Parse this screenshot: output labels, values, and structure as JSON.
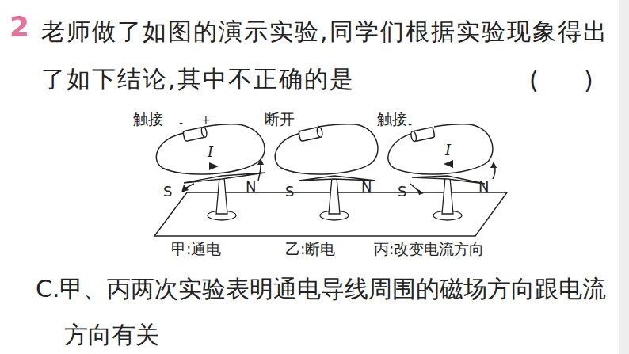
{
  "diagram": {
    "labels": [
      "2",
      "老师做了如图的演示实验,同学们根据实验现象得出了如下结论,其中不正确的是",
      "(      )",
      "触接",
      "-",
      "+",
      "I",
      "S",
      "N",
      "断开",
      "S",
      "N",
      "触接",
      "-",
      "I",
      "S",
      "N",
      "甲:通电",
      "乙:断电",
      "丙:改变电流方向",
      "C.甲、丙两次实验表明通电导线周围的磁场方向跟电流方向有关"
    ]
  }
}
